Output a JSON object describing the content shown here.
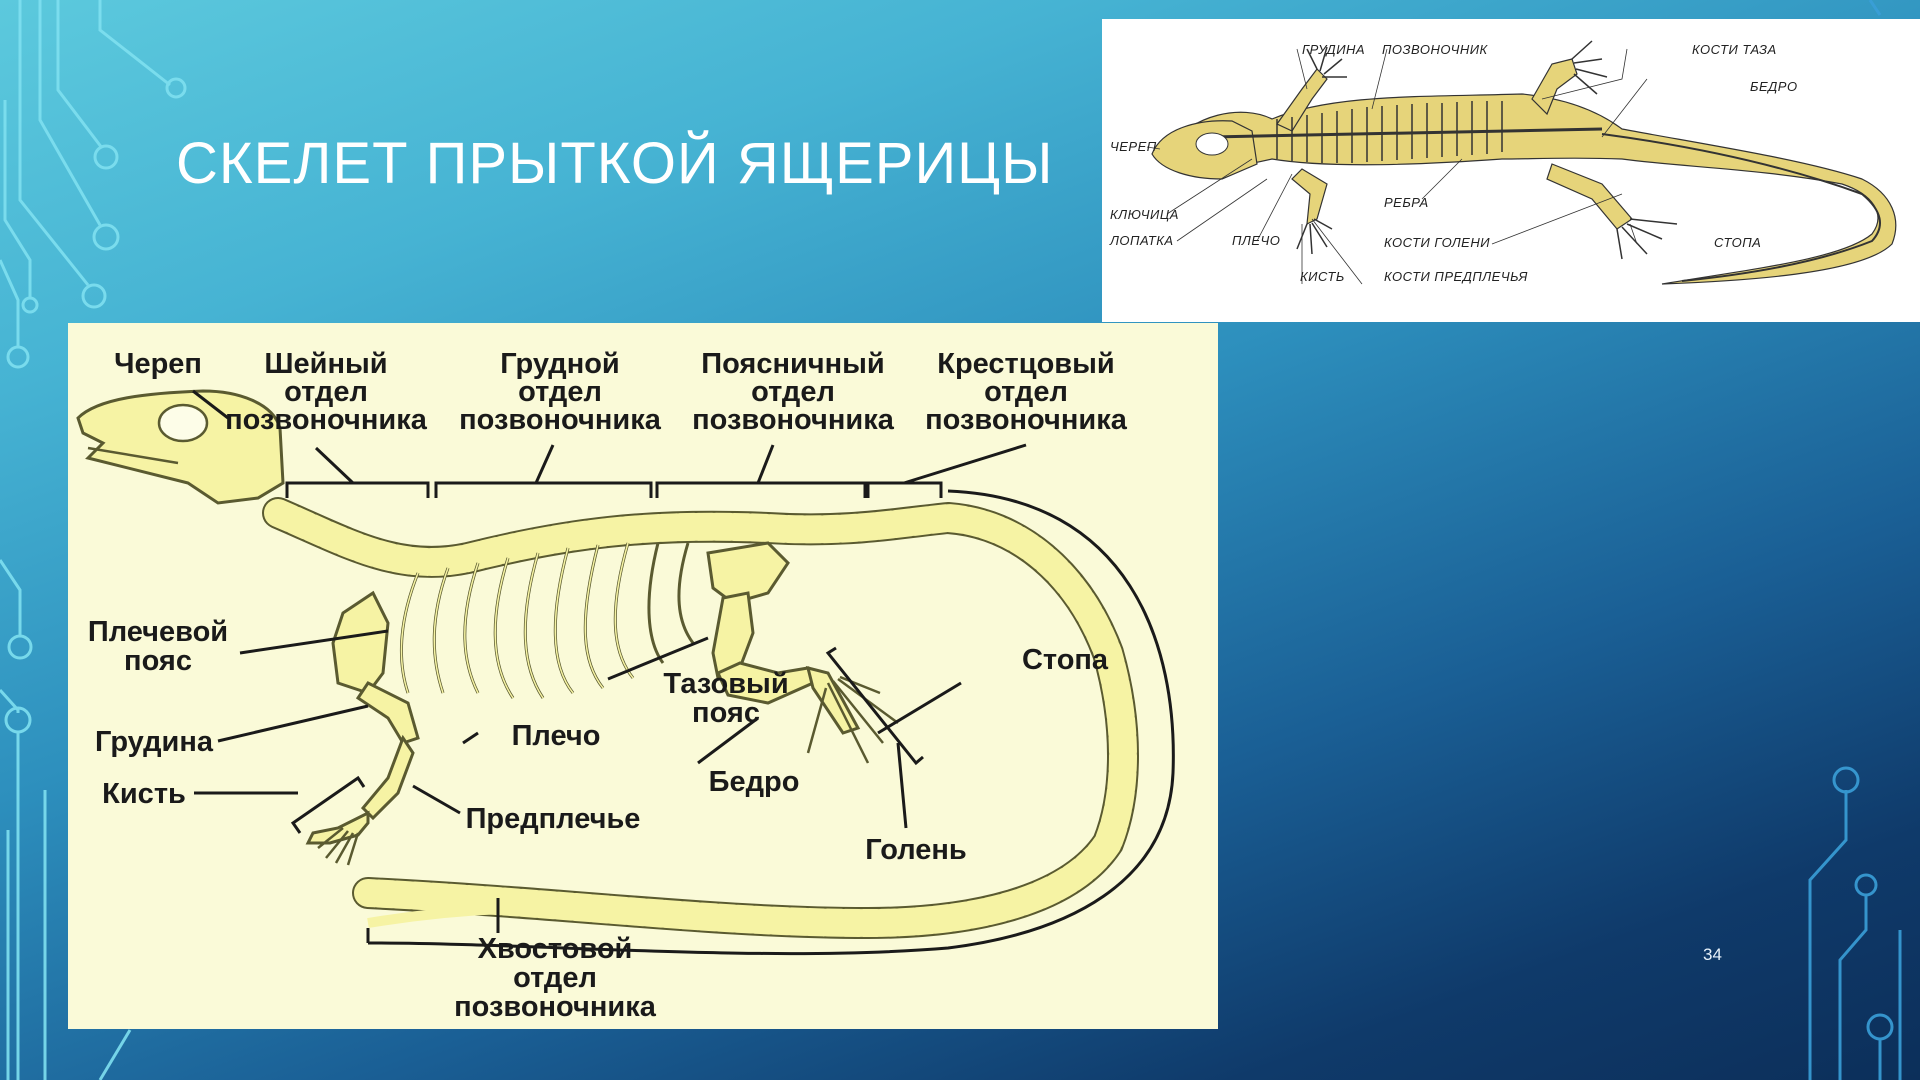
{
  "slide": {
    "title": "СКЕЛЕТ ПРЫТКОЙ ЯЩЕРИЦЫ",
    "number": "34"
  },
  "top_diagram": {
    "labels": {
      "grudina": "ГРУДИНА",
      "pozvonochnik": "ПОЗВОНОЧНИК",
      "kosti_taza": "КОСТИ ТАЗА",
      "bedro": "БЕДРО",
      "cherep": "ЧЕРЕП",
      "rebra": "РЕБРА",
      "klyuchitsa": "КЛЮЧИЦА",
      "kosti_goleni": "КОСТИ ГОЛЕНИ",
      "stopa": "СТОПА",
      "lopatka": "ЛОПАТКА",
      "plecho": "ПЛЕЧО",
      "kist": "КИСТЬ",
      "kosti_predplechya": "КОСТИ ПРЕДПЛЕЧЬЯ"
    }
  },
  "main_diagram": {
    "labels": {
      "cherep": "Череп",
      "sheyny_1": "Шейный",
      "sheyny_2": "отдел",
      "sheyny_3": "позвоночника",
      "grudnoy_1": "Грудной",
      "grudnoy_2": "отдел",
      "grudnoy_3": "позвоночника",
      "poyasnichny_1": "Поясничный",
      "poyasnichny_2": "отдел",
      "poyasnichny_3": "позвоночника",
      "kresttsovy_1": "Крестцовый",
      "kresttsovy_2": "отдел",
      "kresttsovy_3": "позвоночника",
      "plechevoy_1": "Плечевой",
      "plechevoy_2": "пояс",
      "grudina": "Грудина",
      "kist": "Кисть",
      "plecho": "Плечо",
      "predplechye": "Предплечье",
      "tazovy_1": "Тазовый",
      "tazovy_2": "пояс",
      "bedro": "Бедро",
      "golen": "Голень",
      "stopa": "Стопа",
      "hvost_1": "Хвостовой",
      "hvost_2": "отдел",
      "hvost_3": "позвоночника"
    }
  },
  "colors": {
    "bone": "#f6f3a4",
    "bone_outline": "#5a5a30",
    "panel_bg": "#fafad8"
  }
}
